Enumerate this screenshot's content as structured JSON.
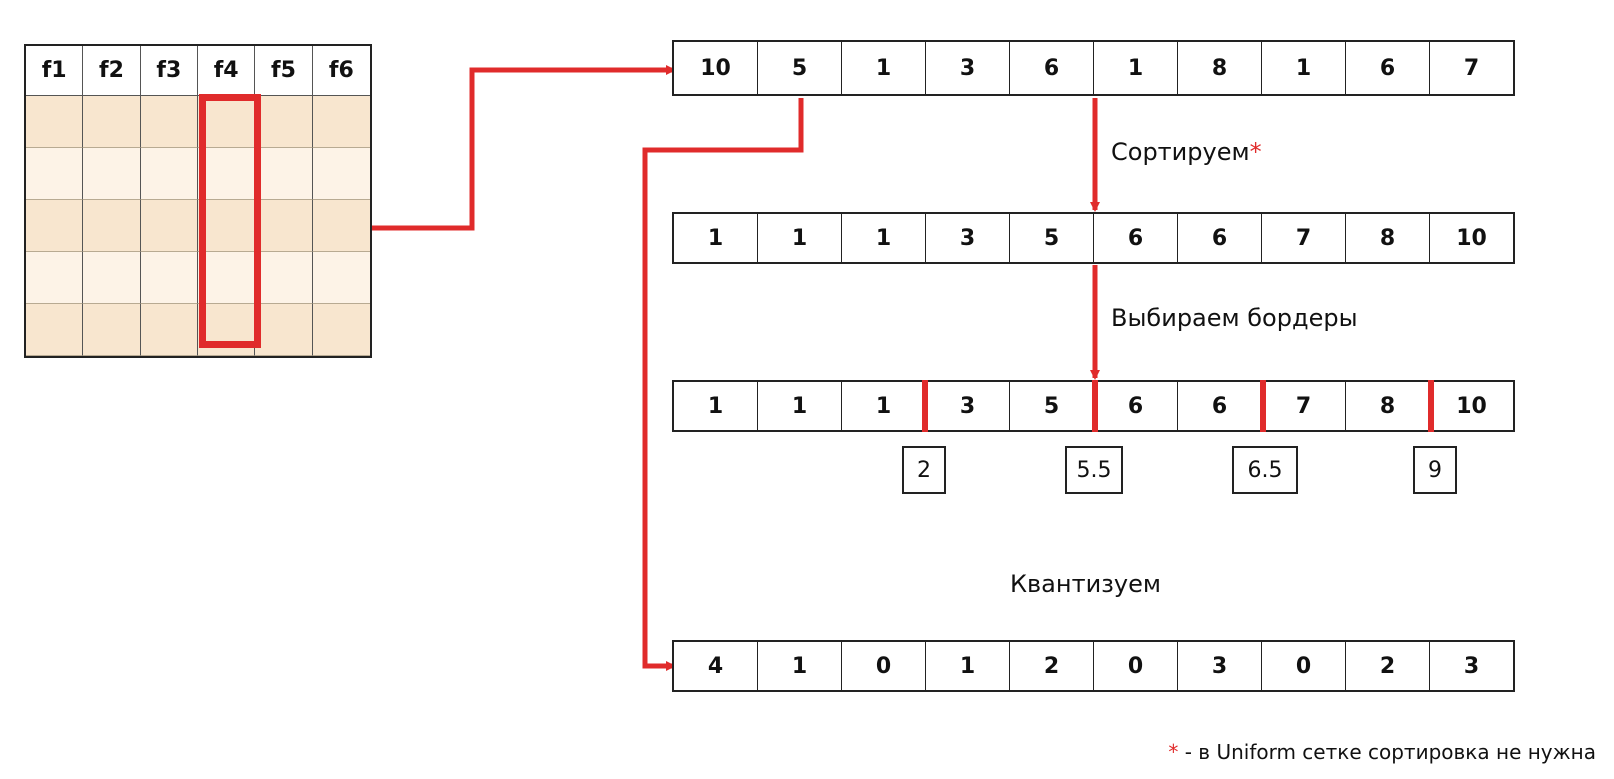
{
  "feature_table": {
    "headers": [
      "f1",
      "f2",
      "f3",
      "f4",
      "f5",
      "f6"
    ],
    "row_count": 5,
    "highlighted_column": "f4"
  },
  "arrays": {
    "original": [
      "10",
      "5",
      "1",
      "3",
      "6",
      "1",
      "8",
      "1",
      "6",
      "7"
    ],
    "sorted": [
      "1",
      "1",
      "1",
      "3",
      "5",
      "6",
      "6",
      "7",
      "8",
      "10"
    ],
    "bordered": [
      "1",
      "1",
      "1",
      "3",
      "5",
      "6",
      "6",
      "7",
      "8",
      "10"
    ],
    "quantized": [
      "4",
      "1",
      "0",
      "1",
      "2",
      "0",
      "3",
      "0",
      "2",
      "3"
    ]
  },
  "borders": [
    "2",
    "5.5",
    "6.5",
    "9"
  ],
  "steps": {
    "sort_label": "Сортируем",
    "sort_star": "*",
    "select_label": "Выбираем бордеры",
    "quantize_label": "Квантизуем"
  },
  "footnote": {
    "star": "*",
    "text": " - в Uniform сетке сортировка не нужна"
  },
  "colors": {
    "accent": "#e02b2b",
    "row_dark": "#f8e6cf",
    "row_light": "#fdf3e7"
  }
}
